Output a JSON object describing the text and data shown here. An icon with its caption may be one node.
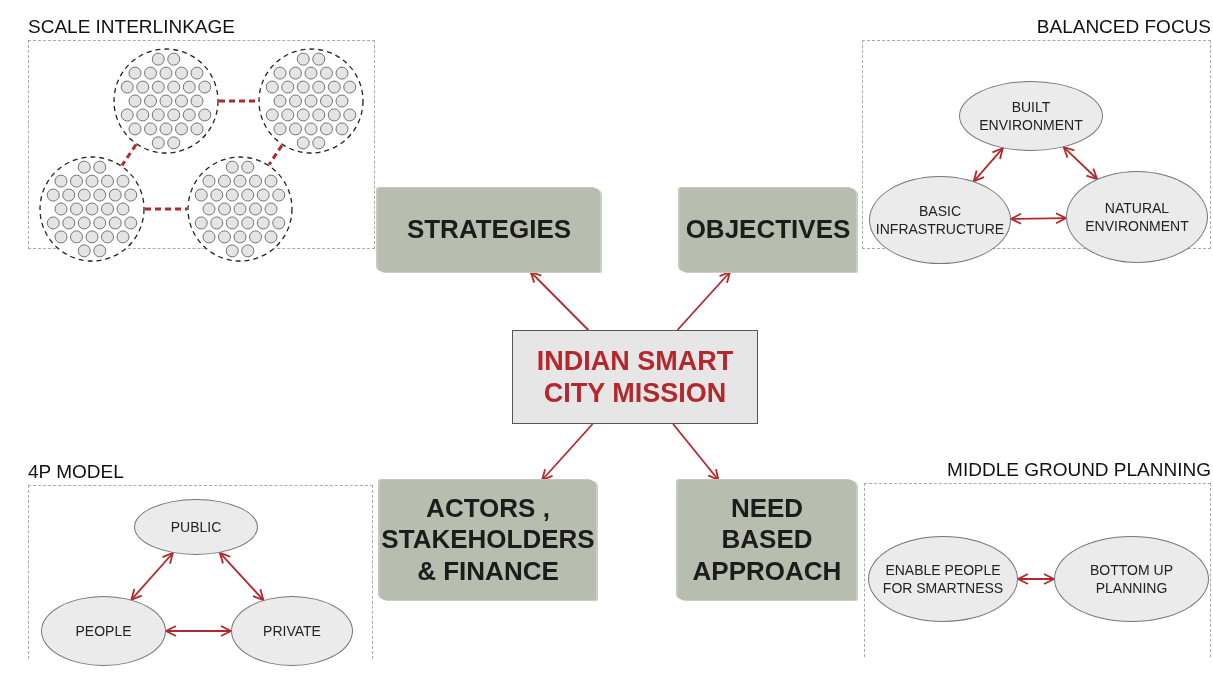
{
  "diagram": {
    "nodes": [
      {
        "text": [
          "INDIAN SMART CITY MISSION"
        ]
      },
      {
        "text": [
          "STRATEGIES"
        ]
      },
      {
        "text": [
          "OBJECTIVES"
        ]
      },
      {
        "text": [
          "ACTORS , STAKEHOLDERS & FINANCE"
        ]
      },
      {
        "text": [
          "NEED BASED APPROACH"
        ]
      },
      {
        "text": [
          "SCALE INTERLINKAGE"
        ]
      },
      {
        "text": [],
        "shape": "circle",
        "in": 5
      },
      {
        "text": [],
        "shape": "circle",
        "in": 5
      },
      {
        "text": [],
        "shape": "circle",
        "in": 5
      },
      {
        "text": [],
        "shape": "circle",
        "in": 5
      },
      {
        "text": [
          "BALANCED  FOCUS"
        ]
      },
      {
        "text": [
          "BUILT ENVIRONMENT"
        ],
        "in": 10
      },
      {
        "text": [
          "BASIC INFRASTRUCTURE"
        ],
        "in": 10
      },
      {
        "text": [
          "NATURAL ENVIRONMENT"
        ],
        "in": 10
      },
      {
        "text": [
          "4P MODEL"
        ]
      },
      {
        "text": [
          "PUBLIC"
        ],
        "in": 14
      },
      {
        "text": [
          "PEOPLE"
        ],
        "in": 14
      },
      {
        "text": [
          "PRIVATE"
        ],
        "in": 14
      },
      {
        "text": [
          "MIDDLE GROUND PLANNING"
        ]
      },
      {
        "text": [
          "ENABLE PEOPLE FOR SMARTNESS"
        ],
        "in": 18
      },
      {
        "text": [
          "BOTTOM UP PLANNING"
        ],
        "in": 18
      }
    ],
    "edges": [
      {
        "from": 0,
        "to": 1,
        "arrow": "to"
      },
      {
        "from": 0,
        "to": 2,
        "arrow": "to"
      },
      {
        "from": 0,
        "to": 3,
        "arrow": "to"
      },
      {
        "from": 0,
        "to": 4,
        "arrow": "to"
      },
      {
        "from": 6,
        "to": 7,
        "arrow": "none",
        "style": "dashed"
      },
      {
        "from": 6,
        "to": 8,
        "arrow": "none",
        "style": "dashed"
      },
      {
        "from": 7,
        "to": 9,
        "arrow": "none",
        "style": "dashed"
      },
      {
        "from": 8,
        "to": 9,
        "arrow": "none",
        "style": "dashed"
      },
      {
        "from": 11,
        "to": 12,
        "arrow": "both"
      },
      {
        "from": 11,
        "to": 13,
        "arrow": "both"
      },
      {
        "from": 12,
        "to": 13,
        "arrow": "both"
      },
      {
        "from": 15,
        "to": 16,
        "arrow": "both"
      },
      {
        "from": 15,
        "to": 17,
        "arrow": "both"
      },
      {
        "from": 16,
        "to": 17,
        "arrow": "both"
      },
      {
        "from": 19,
        "to": 20,
        "arrow": "both"
      }
    ]
  }
}
